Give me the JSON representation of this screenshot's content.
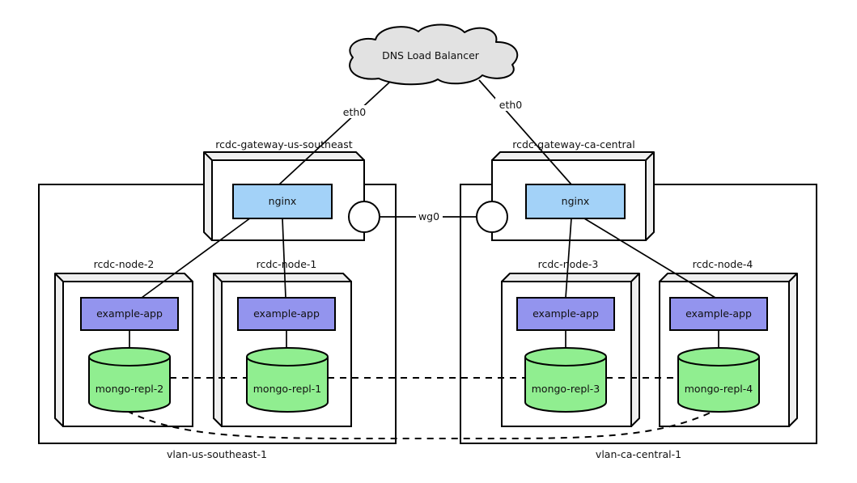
{
  "cloud": {
    "label": "DNS Load Balancer"
  },
  "edges": {
    "eth0_left": "eth0",
    "eth0_right": "eth0",
    "wg0": "wg0"
  },
  "gateways": [
    {
      "name": "rcdc-gateway-us-southeast",
      "service": "nginx"
    },
    {
      "name": "rcdc-gateway-ca-central",
      "service": "nginx"
    }
  ],
  "vlans": [
    {
      "name": "vlan-us-southeast-1"
    },
    {
      "name": "vlan-ca-central-1"
    }
  ],
  "nodes": [
    {
      "name": "rcdc-node-2",
      "app": "example-app",
      "db": "mongo-repl-2"
    },
    {
      "name": "rcdc-node-1",
      "app": "example-app",
      "db": "mongo-repl-1"
    },
    {
      "name": "rcdc-node-3",
      "app": "example-app",
      "db": "mongo-repl-3"
    },
    {
      "name": "rcdc-node-4",
      "app": "example-app",
      "db": "mongo-repl-4"
    }
  ],
  "colors": {
    "cloud_fill": "#e2e2e2",
    "box_face": "#ffffff",
    "box_depth": "#efefef",
    "nginx_fill": "#a3d2f8",
    "app_fill": "#9394ee",
    "db_fill": "#90ee90",
    "line": "#000000",
    "background": "#ffffff"
  }
}
